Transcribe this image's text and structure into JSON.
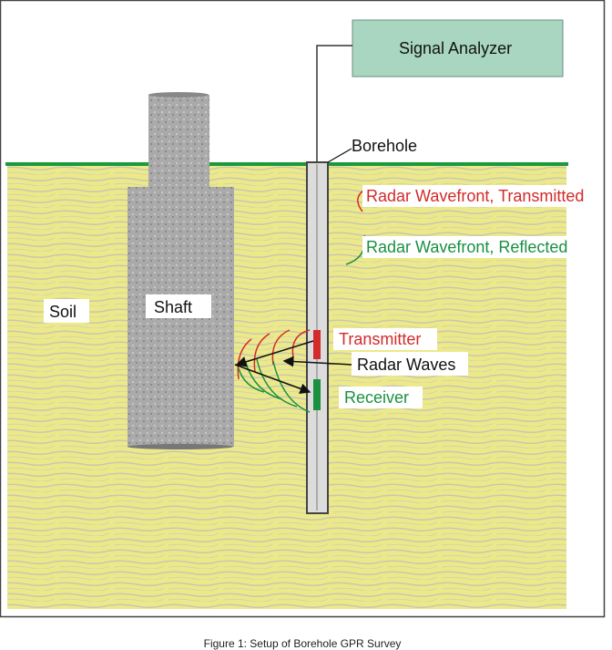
{
  "diagram": {
    "signal_analyzer": "Signal Analyzer",
    "borehole": "Borehole",
    "wavefront_transmitted": "Radar Wavefront, Transmitted",
    "wavefront_reflected": "Radar Wavefront, Reflected",
    "soil": "Soil",
    "shaft": "Shaft",
    "transmitter": "Transmitter",
    "radar_waves": "Radar Waves",
    "receiver": "Receiver"
  },
  "caption": "Figure 1: Setup of Borehole GPR Survey",
  "colors": {
    "ground": "#1a9a3a",
    "soil": "#ece98a",
    "analyzer": "#a8d6c0",
    "transmitted": "#d42a2a",
    "reflected": "#1a9040",
    "shaft": "#a9a9a9"
  }
}
